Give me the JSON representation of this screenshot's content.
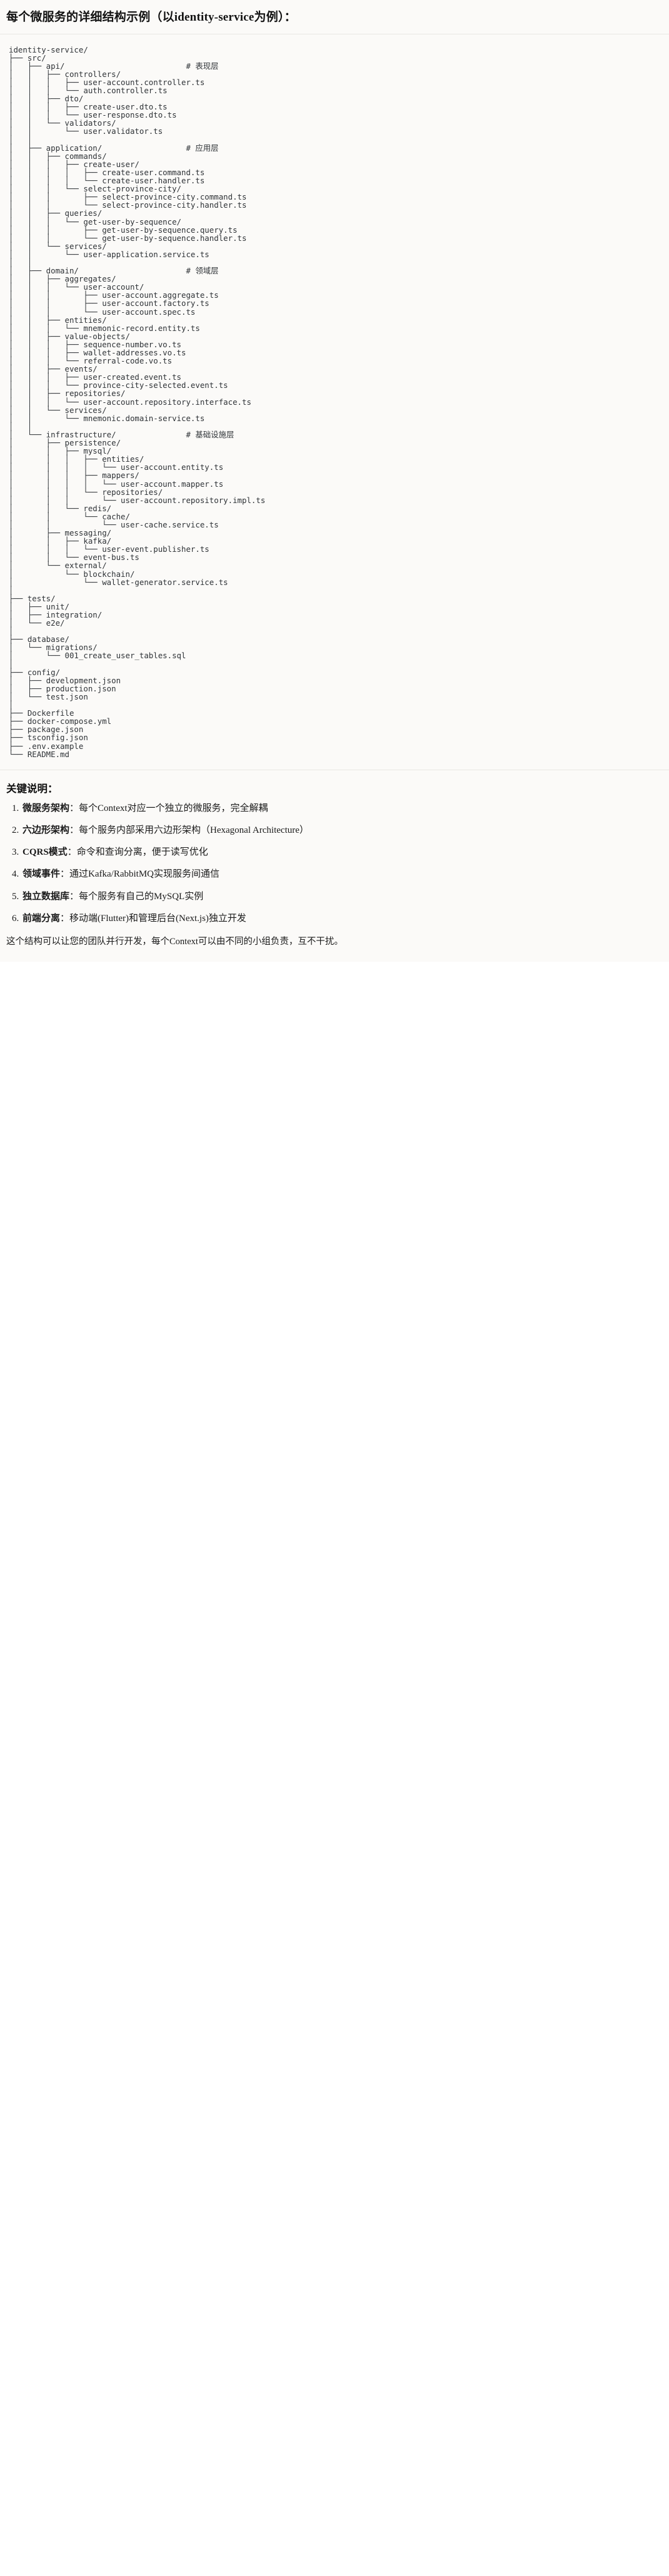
{
  "heading": {
    "text": "每个微服务的详细结构示例（以identity-service为例）："
  },
  "tree": {
    "root": "identity-service/",
    "lines": [
      "identity-service/",
      "├── src/",
      "│   ├── api/                          # 表现层",
      "│   │   ├── controllers/",
      "│   │   │   ├── user-account.controller.ts",
      "│   │   │   └── auth.controller.ts",
      "│   │   ├── dto/",
      "│   │   │   ├── create-user.dto.ts",
      "│   │   │   └── user-response.dto.ts",
      "│   │   └── validators/",
      "│   │       └── user.validator.ts",
      "│   │",
      "│   ├── application/                  # 应用层",
      "│   │   ├── commands/",
      "│   │   │   ├── create-user/",
      "│   │   │   │   ├── create-user.command.ts",
      "│   │   │   │   └── create-user.handler.ts",
      "│   │   │   └── select-province-city/",
      "│   │   │       ├── select-province-city.command.ts",
      "│   │   │       └── select-province-city.handler.ts",
      "│   │   ├── queries/",
      "│   │   │   └── get-user-by-sequence/",
      "│   │   │       ├── get-user-by-sequence.query.ts",
      "│   │   │       └── get-user-by-sequence.handler.ts",
      "│   │   └── services/",
      "│   │       └── user-application.service.ts",
      "│   │",
      "│   ├── domain/                       # 领域层",
      "│   │   ├── aggregates/",
      "│   │   │   └── user-account/",
      "│   │   │       ├── user-account.aggregate.ts",
      "│   │   │       ├── user-account.factory.ts",
      "│   │   │       └── user-account.spec.ts",
      "│   │   ├── entities/",
      "│   │   │   └── mnemonic-record.entity.ts",
      "│   │   ├── value-objects/",
      "│   │   │   ├── sequence-number.vo.ts",
      "│   │   │   ├── wallet-addresses.vo.ts",
      "│   │   │   └── referral-code.vo.ts",
      "│   │   ├── events/",
      "│   │   │   ├── user-created.event.ts",
      "│   │   │   └── province-city-selected.event.ts",
      "│   │   ├── repositories/",
      "│   │   │   └── user-account.repository.interface.ts",
      "│   │   └── services/",
      "│   │       └── mnemonic.domain-service.ts",
      "│   │",
      "│   └── infrastructure/               # 基础设施层",
      "│       ├── persistence/",
      "│       │   ├── mysql/",
      "│       │   │   ├── entities/",
      "│       │   │   │   └── user-account.entity.ts",
      "│       │   │   ├── mappers/",
      "│       │   │   │   └── user-account.mapper.ts",
      "│       │   │   └── repositories/",
      "│       │   │       └── user-account.repository.impl.ts",
      "│       │   └── redis/",
      "│       │       └── cache/",
      "│       │           └── user-cache.service.ts",
      "│       ├── messaging/",
      "│       │   ├── kafka/",
      "│       │   │   └── user-event.publisher.ts",
      "│       │   └── event-bus.ts",
      "│       └── external/",
      "│           └── blockchain/",
      "│               └── wallet-generator.service.ts",
      "│",
      "├── tests/",
      "│   ├── unit/",
      "│   ├── integration/",
      "│   └── e2e/",
      "│",
      "├── database/",
      "│   └── migrations/",
      "│       └── 001_create_user_tables.sql",
      "│",
      "├── config/",
      "│   ├── development.json",
      "│   ├── production.json",
      "│   └── test.json",
      "│",
      "├── Dockerfile",
      "├── docker-compose.yml",
      "├── package.json",
      "├── tsconfig.json",
      "├── .env.example",
      "└── README.md"
    ],
    "layer_comments": [
      {
        "path": "api/",
        "comment": "# 表现层"
      },
      {
        "path": "application/",
        "comment": "# 应用层"
      },
      {
        "path": "domain/",
        "comment": "# 领域层"
      },
      {
        "path": "infrastructure/",
        "comment": "# 基础设施层"
      }
    ]
  },
  "notes": {
    "title": "关键说明：",
    "items": [
      {
        "term": "微服务架构",
        "sep": "：",
        "desc": "每个Context对应一个独立的微服务，完全解耦"
      },
      {
        "term": "六边形架构",
        "sep": "：",
        "desc": "每个服务内部采用六边形架构（Hexagonal Architecture）"
      },
      {
        "term": "CQRS模式",
        "sep": "：",
        "desc": "命令和查询分离，便于读写优化"
      },
      {
        "term": "领域事件",
        "sep": "：",
        "desc": "通过Kafka/RabbitMQ实现服务间通信"
      },
      {
        "term": "独立数据库",
        "sep": "：",
        "desc": "每个服务有自己的MySQL实例"
      },
      {
        "term": "前端分离",
        "sep": "：",
        "desc": "移动端(Flutter)和管理后台(Next.js)独立开发"
      }
    ],
    "closing": "这个结构可以让您的团队并行开发，每个Context可以由不同的小组负责，互不干扰。"
  }
}
